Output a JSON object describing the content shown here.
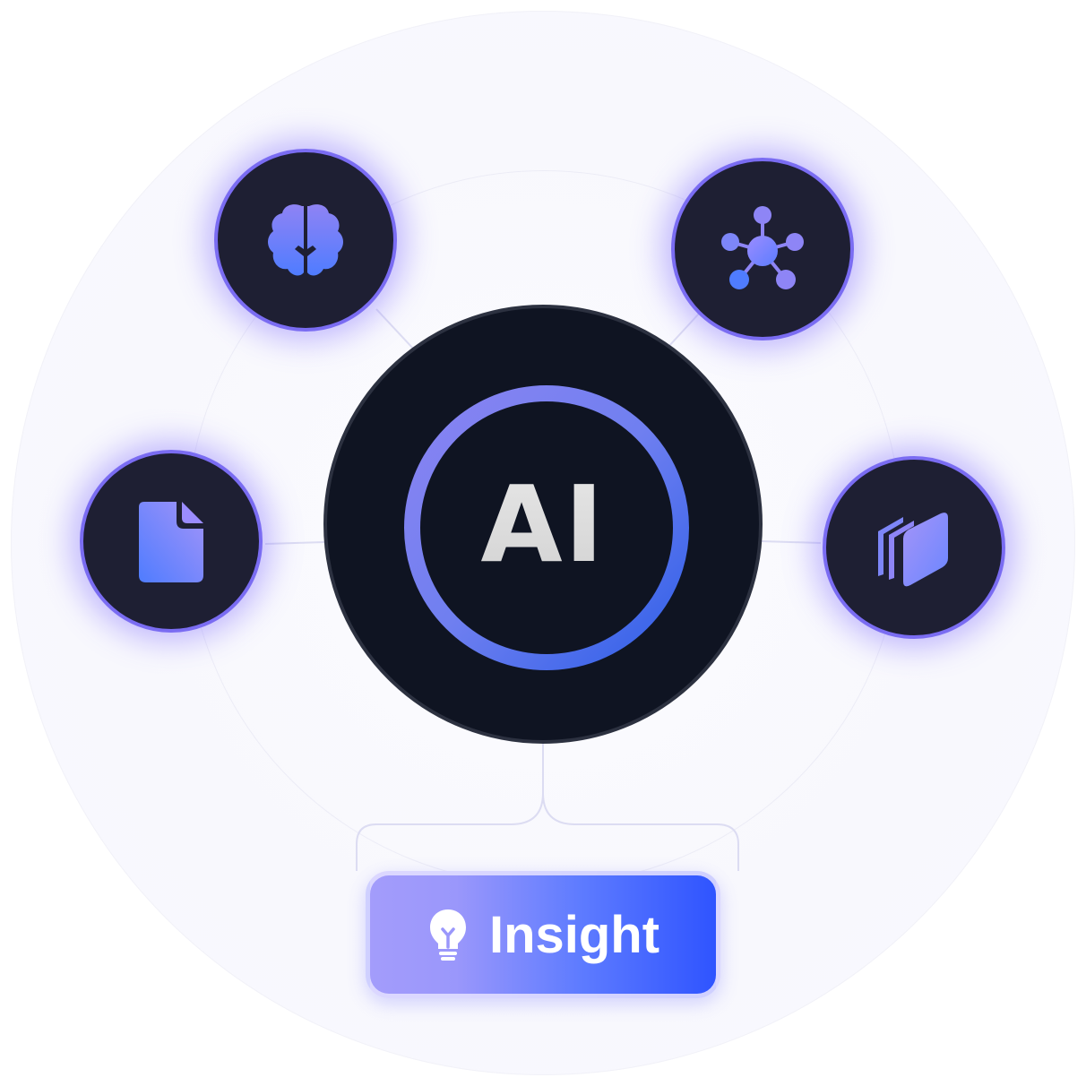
{
  "core": {
    "label": "AI"
  },
  "nodes": [
    {
      "id": "brain",
      "icon": "brain-icon"
    },
    {
      "id": "network",
      "icon": "network-icon"
    },
    {
      "id": "document",
      "icon": "document-icon"
    },
    {
      "id": "layers",
      "icon": "layers-icon"
    }
  ],
  "output": {
    "label": "Insight",
    "icon": "lightbulb-icon"
  },
  "colors": {
    "node_fill": "#1e1f33",
    "node_border": "#7a6cf2",
    "core_fill": "#0f1422",
    "accent_blue": "#3d6bff",
    "accent_purple": "#9b8cff"
  }
}
